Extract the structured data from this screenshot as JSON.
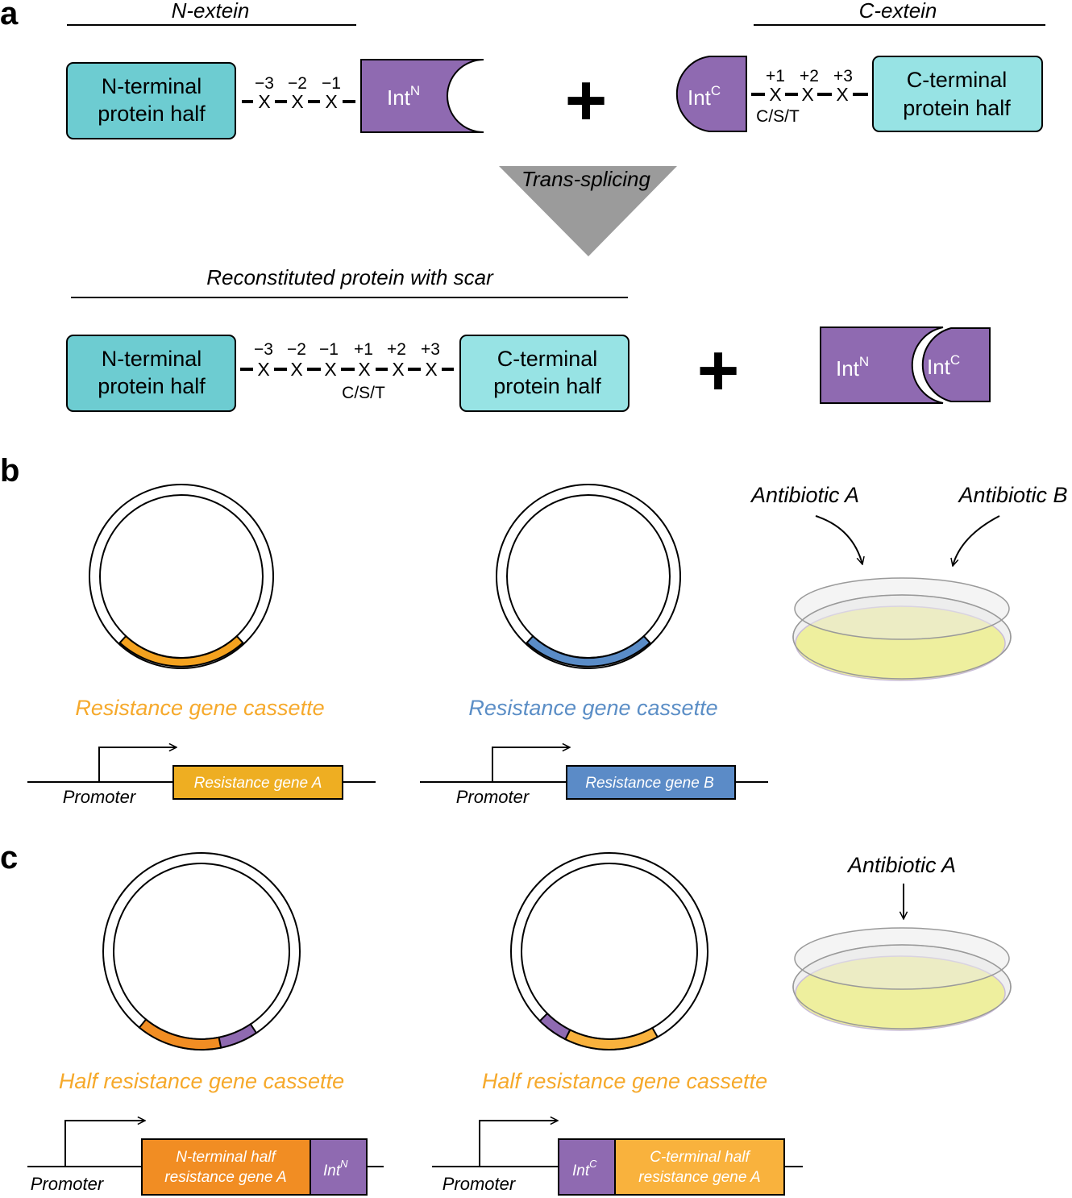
{
  "panels": {
    "a": "a",
    "b": "b",
    "c": "c"
  },
  "colors": {
    "n_terminal": "#6dccd1",
    "c_terminal": "#97e3e4",
    "intein": "#8f6ab1",
    "orange": "#f4a21f",
    "orange_dark": "#f18d23",
    "orange_light": "#f9b23d",
    "blue": "#5a8cc7",
    "agar": "#eeef9e",
    "title_orange": "#f6a92b",
    "title_blue": "#5b8ec6",
    "gene_a": "#eeae22",
    "gene_b": "#5b8bc7"
  },
  "panel_a": {
    "n_extein": "N-extein",
    "c_extein": "C-extein",
    "n_half": [
      "N-terminal",
      "protein half"
    ],
    "c_half": [
      "C-terminal",
      "protein half"
    ],
    "n_positions": [
      "−3",
      "−2",
      "−1"
    ],
    "c_positions": [
      "+1",
      "+2",
      "+3"
    ],
    "residue": "X",
    "cst": "C/S/T",
    "int_n": {
      "base": "Int",
      "sup": "N"
    },
    "int_c": {
      "base": "Int",
      "sup": "C"
    },
    "plus": "+",
    "trans_splicing": "Trans-splicing",
    "reconstituted": "Reconstituted protein with scar",
    "scar_positions": [
      "−3",
      "−2",
      "−1",
      "+1",
      "+2",
      "+3"
    ]
  },
  "panel_b": {
    "cassette_title": "Resistance gene cassette",
    "gene_a": "Resistance gene A",
    "gene_b": "Resistance gene B",
    "promoter": "Promoter",
    "antibiotic_a": "Antibiotic A",
    "antibiotic_b": "Antibiotic B"
  },
  "panel_c": {
    "cassette_title": "Half resistance gene cassette",
    "n_half_gene": [
      "N-terminal half",
      "resistance gene A"
    ],
    "c_half_gene": [
      "C-terminal half",
      "resistance gene A"
    ],
    "promoter": "Promoter",
    "int_n": {
      "base": "Int",
      "sup": "N"
    },
    "int_c": {
      "base": "Int",
      "sup": "C"
    },
    "antibiotic_a": "Antibiotic A"
  }
}
